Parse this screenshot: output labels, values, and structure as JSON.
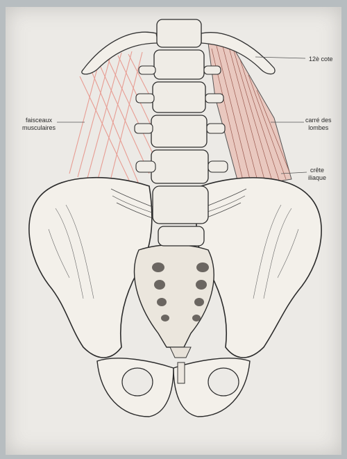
{
  "labels": {
    "cote": "12è cote",
    "faisceaux": [
      "faisceaux",
      "musculaires"
    ],
    "carre": [
      "carré des",
      "lombes"
    ],
    "crete": [
      "crête",
      "iliaque"
    ]
  },
  "colors": {
    "paper": "#eceae6",
    "frame": "#b7bdc0",
    "muscle_fibers": "#e7948a",
    "ink": "#2a2a2a"
  }
}
